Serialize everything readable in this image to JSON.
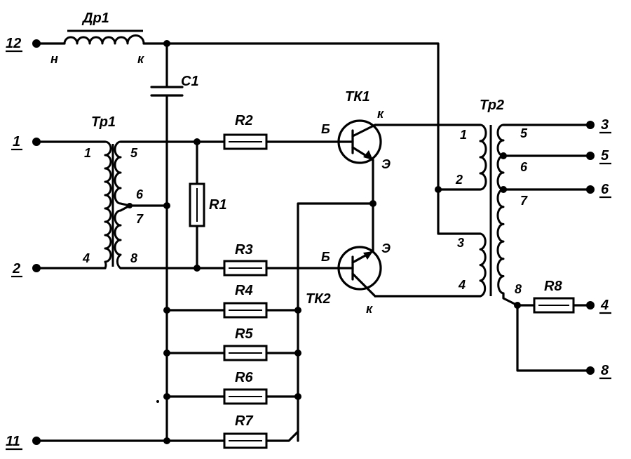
{
  "terminals": {
    "t12": "12",
    "t1": "1",
    "t2": "2",
    "t11": "11",
    "t3": "3",
    "t5": "5",
    "t6": "6",
    "t4": "4",
    "t8": "8"
  },
  "choke": {
    "name": "Др1",
    "start": "н",
    "end": "к"
  },
  "capacitor": {
    "name": "С1"
  },
  "tr1": {
    "name": "Тр1",
    "pins": [
      "1",
      "4",
      "5",
      "6",
      "7",
      "8"
    ]
  },
  "tr2": {
    "name": "Тр2",
    "pins": [
      "1",
      "2",
      "3",
      "4",
      "5",
      "6",
      "7",
      "8"
    ]
  },
  "tk1": {
    "name": "ТК1",
    "base": "Б",
    "collector": "к",
    "emitter": "Э"
  },
  "tk2": {
    "name": "ТК2",
    "base": "Б",
    "collector": "к",
    "emitter": "Э"
  },
  "resistors": [
    "R1",
    "R2",
    "R3",
    "R4",
    "R5",
    "R6",
    "R7",
    "R8"
  ]
}
